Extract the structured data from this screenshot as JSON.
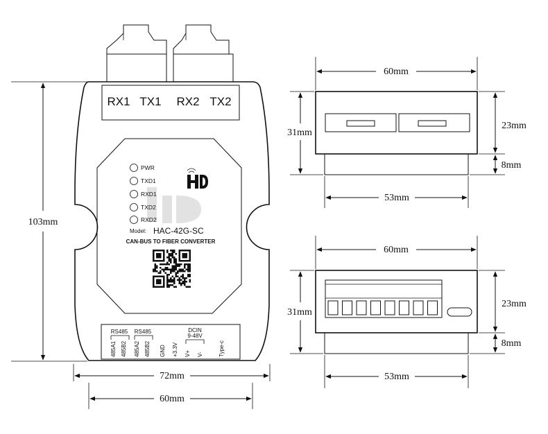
{
  "dimensions": {
    "front_height": "103mm",
    "front_width": "72mm",
    "front_inner_width": "60mm",
    "top_width": "60mm",
    "top_height": "31mm",
    "top_upper": "23mm",
    "top_lower": "8mm",
    "top_base": "53mm",
    "bottom_width": "60mm",
    "bottom_height": "31mm",
    "bottom_upper": "23mm",
    "bottom_lower": "8mm",
    "bottom_base": "53mm"
  },
  "ports": [
    "RX1",
    "TX1",
    "RX2",
    "TX2"
  ],
  "leds": [
    "PWR",
    "TXD1",
    "RXD1",
    "TXD2",
    "RXD2"
  ],
  "model": {
    "label": "Model:",
    "value": "HAC-42G-SC"
  },
  "subtitle": "CAN-BUS TO FIBER CONVERTER",
  "terminal": {
    "group1": "RS485",
    "group2": "RS485",
    "group3": "DCIN",
    "group3_range": "9-48V",
    "pins": [
      "485A1",
      "485B2",
      "485A2",
      "485B2",
      "GND",
      "+3.3V",
      "V+",
      "V-",
      "Type-c"
    ]
  },
  "colors": {
    "line": "#111111",
    "background": "#ffffff"
  }
}
